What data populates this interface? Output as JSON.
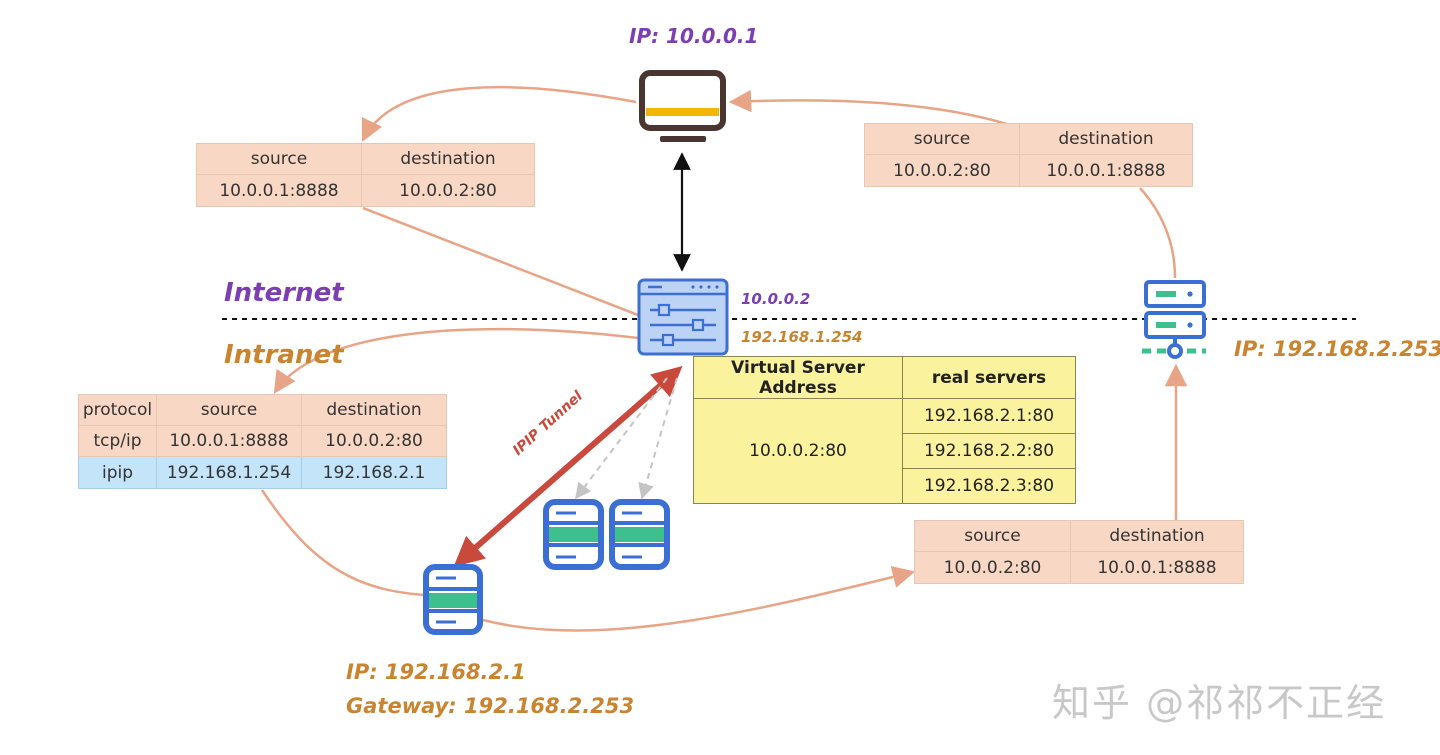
{
  "labels": {
    "client_ip": "IP: 10.0.0.1",
    "internet": "Internet",
    "intranet": "Intranet",
    "lb_ip_public": "10.0.0.2",
    "lb_ip_private": "192.168.1.254",
    "router_ip": "IP: 192.168.2.253",
    "rs_ip": "IP: 192.168.2.1",
    "rs_gateway": "Gateway: 192.168.2.253",
    "tunnel": "IPIP Tunnel"
  },
  "packet_client_to_lb": {
    "headers": [
      "source",
      "destination"
    ],
    "row": [
      "10.0.0.1:8888",
      "10.0.0.2:80"
    ]
  },
  "packet_router_to_client": {
    "headers": [
      "source",
      "destination"
    ],
    "row": [
      "10.0.0.2:80",
      "10.0.0.1:8888"
    ]
  },
  "packet_encapsulated": {
    "headers": [
      "protocol",
      "source",
      "destination"
    ],
    "rows": [
      [
        "tcp/ip",
        "10.0.0.1:8888",
        "10.0.0.2:80"
      ],
      [
        "ipip",
        "192.168.1.254",
        "192.168.2.1"
      ]
    ]
  },
  "packet_rs_to_router": {
    "headers": [
      "source",
      "destination"
    ],
    "row": [
      "10.0.0.2:80",
      "10.0.0.1:8888"
    ]
  },
  "virtual_server_table": {
    "headers": [
      "Virtual Server Address",
      "real servers"
    ],
    "vip": "10.0.0.2:80",
    "real_servers": [
      "192.168.2.1:80",
      "192.168.2.2:80",
      "192.168.2.3:80"
    ]
  },
  "watermark": "知乎 @祁祁不正经",
  "colors": {
    "flow": "#e8a486",
    "tunnel": "#c9493c",
    "device_blue": "#3b6fd4",
    "device_green": "#3dbf8e",
    "monitor_frame": "#4a3530",
    "monitor_accent": "#f2b705",
    "vs_table_bg": "#fbf29e",
    "packet_bg": "#f8d8c4",
    "ipip_row_bg": "#c3e4f9"
  },
  "icons": [
    "monitor-icon",
    "load-balancer-icon",
    "router-icon",
    "real-server-icon"
  ]
}
